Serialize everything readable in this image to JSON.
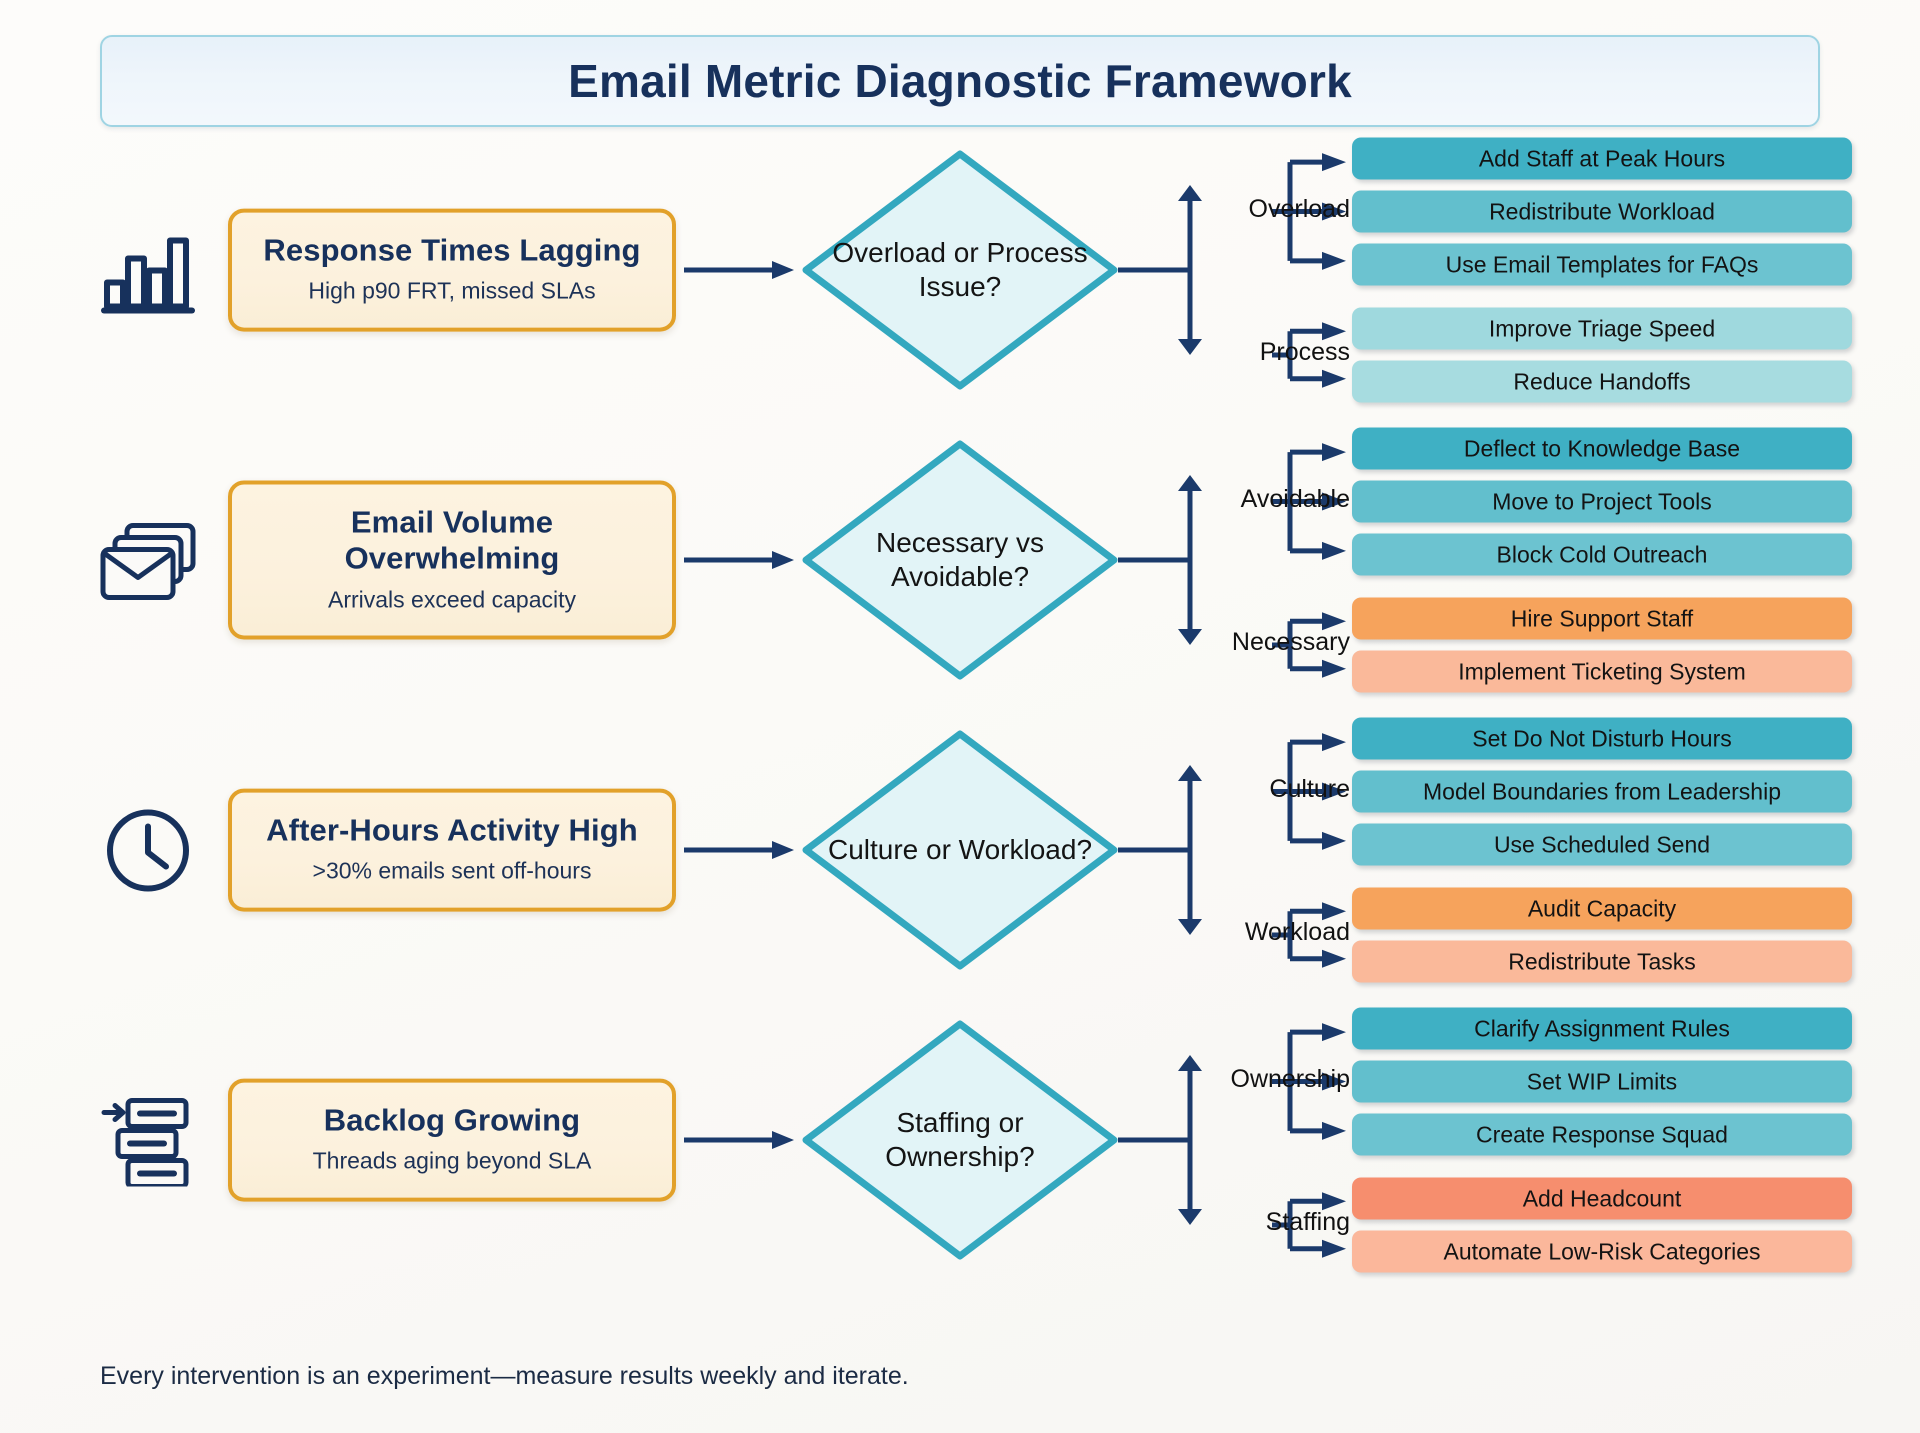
{
  "title": "Email Metric Diagnostic Framework",
  "footer": "Every intervention is an experiment—measure results weekly and iterate.",
  "colors": {
    "title_text": "#17315c",
    "banner_bg": "#eef5fb",
    "banner_border": "#9fd4e3",
    "problem_fill": "#fcf1dd",
    "problem_border": "#e2a12a",
    "diamond_fill": "#e2f4f7",
    "diamond_border": "#33a8bf",
    "connector": "#1b3a6b",
    "teal_dark": "#3fb0c4",
    "teal_mid": "#6cc3d0",
    "teal_light": "#8fd3da",
    "teal_pale": "#aadfe3",
    "orange_dark": "#f6a35c",
    "orange_light": "#fab99a",
    "salmon_dark": "#f68e6e",
    "salmon_light": "#fbb79b"
  },
  "rows": [
    {
      "icon": "bar-chart-icon",
      "problem": {
        "title": "Response Times Lagging",
        "subtitle": "High p90 FRT, missed SLAs"
      },
      "decision": "Overload or Process Issue?",
      "branch_up": {
        "label": "Overload",
        "actions": [
          {
            "text": "Add Staff at Peak Hours",
            "color": "#3fb0c4"
          },
          {
            "text": "Redistribute Workload",
            "color": "#62bfcd"
          },
          {
            "text": "Use Email Templates for FAQs",
            "color": "#6cc3d0"
          }
        ]
      },
      "branch_down": {
        "label": "Process",
        "actions": [
          {
            "text": "Improve Triage Speed",
            "color": "#9fd9de"
          },
          {
            "text": "Reduce Handoffs",
            "color": "#a7dce0"
          }
        ]
      }
    },
    {
      "icon": "email-stack-icon",
      "problem": {
        "title": "Email Volume Overwhelming",
        "subtitle": "Arrivals exceed capacity"
      },
      "decision": "Necessary vs Avoidable?",
      "branch_up": {
        "label": "Avoidable",
        "actions": [
          {
            "text": "Deflect to Knowledge Base",
            "color": "#3fb0c4"
          },
          {
            "text": "Move to Project Tools",
            "color": "#62bfcd"
          },
          {
            "text": "Block Cold Outreach",
            "color": "#6cc3d0"
          }
        ]
      },
      "branch_down": {
        "label": "Necessary",
        "actions": [
          {
            "text": "Hire Support Staff",
            "color": "#f6a35c"
          },
          {
            "text": "Implement Ticketing System",
            "color": "#fab99a"
          }
        ]
      }
    },
    {
      "icon": "clock-icon",
      "problem": {
        "title": "After-Hours Activity High",
        "subtitle": ">30% emails sent off-hours"
      },
      "decision": "Culture or Workload?",
      "branch_up": {
        "label": "Culture",
        "actions": [
          {
            "text": "Set Do Not Disturb Hours",
            "color": "#3fb0c4"
          },
          {
            "text": "Model Boundaries from Leadership",
            "color": "#62bfcd"
          },
          {
            "text": "Use Scheduled Send",
            "color": "#6cc3d0"
          }
        ]
      },
      "branch_down": {
        "label": "Workload",
        "actions": [
          {
            "text": "Audit Capacity",
            "color": "#f6a35c"
          },
          {
            "text": "Redistribute Tasks",
            "color": "#fab99a"
          }
        ]
      }
    },
    {
      "icon": "backlog-queue-icon",
      "problem": {
        "title": "Backlog Growing",
        "subtitle": "Threads aging beyond SLA"
      },
      "decision": "Staffing or Ownership?",
      "branch_up": {
        "label": "Ownership",
        "actions": [
          {
            "text": "Clarify Assignment Rules",
            "color": "#3fb0c4"
          },
          {
            "text": "Set WIP Limits",
            "color": "#62bfcd"
          },
          {
            "text": "Create Response Squad",
            "color": "#6cc3d0"
          }
        ]
      },
      "branch_down": {
        "label": "Staffing",
        "actions": [
          {
            "text": "Add Headcount",
            "color": "#f68e6e"
          },
          {
            "text": "Automate Low-Risk Categories",
            "color": "#fbb79b"
          }
        ]
      }
    }
  ]
}
